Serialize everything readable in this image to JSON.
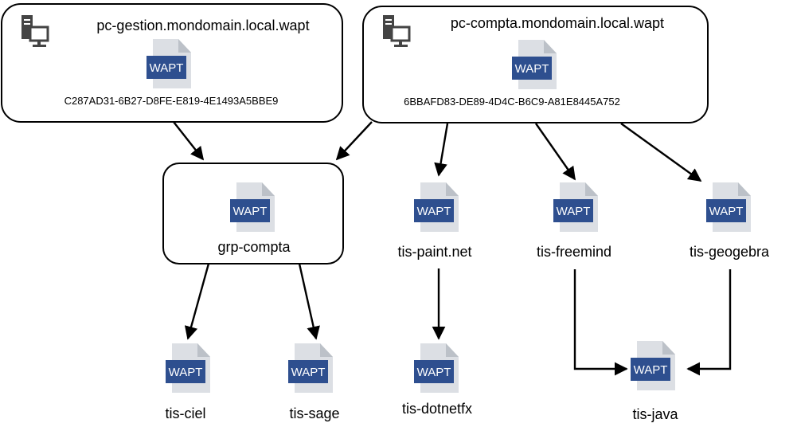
{
  "badge_text": "WAPT",
  "colors": {
    "badge": "#2e4f8f",
    "doc": "#dcdfe4",
    "doc_fold": "#bcc1c8",
    "computer": "#444444",
    "line": "#000000"
  },
  "hosts": [
    {
      "id": "pc-gestion",
      "name": "pc-gestion.mondomain.local.wapt",
      "uuid": "C287AD31-6B27-D8FE-E819-4E1493A5BBE9",
      "icon": "computer-icon"
    },
    {
      "id": "pc-compta",
      "name": "pc-compta.mondomain.local.wapt",
      "uuid": "6BBAFD83-DE89-4D4C-B6C9-A81E8445A752",
      "icon": "computer-icon"
    }
  ],
  "packages": [
    {
      "id": "grp-compta",
      "label": "grp-compta"
    },
    {
      "id": "tis-paint-net",
      "label": "tis-paint.net"
    },
    {
      "id": "tis-freemind",
      "label": "tis-freemind"
    },
    {
      "id": "tis-geogebra",
      "label": "tis-geogebra"
    },
    {
      "id": "tis-ciel",
      "label": "tis-ciel"
    },
    {
      "id": "tis-sage",
      "label": "tis-sage"
    },
    {
      "id": "tis-dotnetfx",
      "label": "tis-dotnetfx"
    },
    {
      "id": "tis-java",
      "label": "tis-java"
    }
  ],
  "edges": [
    {
      "from": "pc-gestion",
      "to": "grp-compta"
    },
    {
      "from": "pc-compta",
      "to": "grp-compta"
    },
    {
      "from": "pc-compta",
      "to": "tis-paint-net"
    },
    {
      "from": "pc-compta",
      "to": "tis-freemind"
    },
    {
      "from": "pc-compta",
      "to": "tis-geogebra"
    },
    {
      "from": "grp-compta",
      "to": "tis-ciel"
    },
    {
      "from": "grp-compta",
      "to": "tis-sage"
    },
    {
      "from": "tis-paint-net",
      "to": "tis-dotnetfx"
    },
    {
      "from": "tis-freemind",
      "to": "tis-java"
    },
    {
      "from": "tis-geogebra",
      "to": "tis-java"
    }
  ]
}
